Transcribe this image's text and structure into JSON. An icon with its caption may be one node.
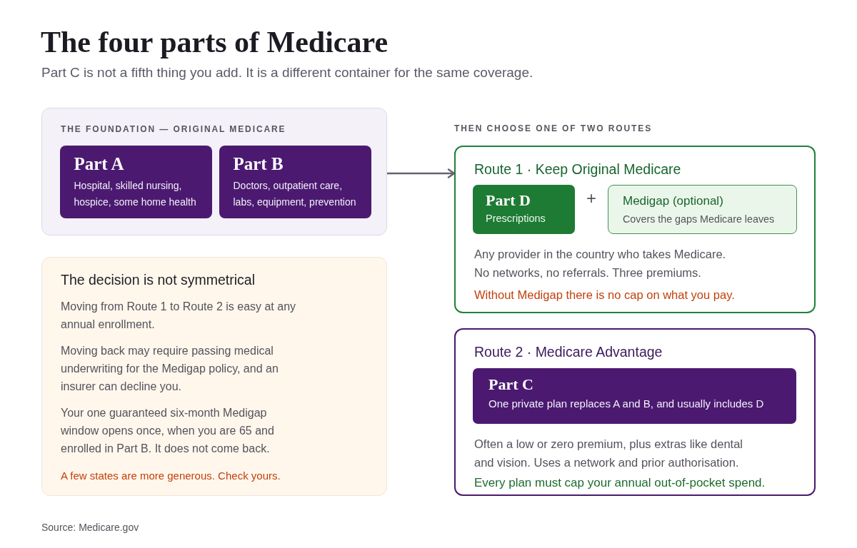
{
  "diagram": {
    "title": "The four parts of Medicare",
    "caption": "Part C is not a fifth thing you add. It is a different container for the same coverage.",
    "nodes": [
      {
        "text": [
          "THE FOUNDATION — ORIGINAL MEDICARE"
        ]
      },
      {
        "text": [
          "Part A",
          "Hospital, skilled nursing, hospice, some home health"
        ],
        "in": 0
      },
      {
        "text": [
          "Part B",
          "Doctors, outpatient care, labs, equipment, prevention"
        ],
        "in": 0
      },
      {
        "text": [
          "The decision is not symmetrical",
          "Moving from Route 1 to Route 2 is easy at any annual enrollment.",
          "Moving back may require passing medical underwriting for the Medigap policy, and an insurer can decline you.",
          "Your one guaranteed six-month Medigap window opens once, when you are 65 and enrolled in Part B. It does not come back.",
          "A few states are more generous. Check yours."
        ]
      },
      {
        "text": [
          "Route 1 · Keep Original Medicare",
          "Any provider in the country who takes Medicare. No networks, no referrals. Three premiums.",
          "Without Medigap there is no cap on what you pay."
        ]
      },
      {
        "text": [
          "Part D",
          "Prescriptions"
        ],
        "in": 4
      },
      {
        "text": [
          "Medigap (optional)",
          "Covers the gaps Medicare leaves"
        ],
        "in": 4
      },
      {
        "text": [
          "Route 2 · Medicare Advantage",
          "Often a low or zero premium, plus extras like dental and vision. Uses a network and prior authorisation.",
          "Every plan must cap your annual out-of-pocket spend."
        ]
      },
      {
        "text": [
          "Part C",
          "One private plan replaces A and B, and usually includes D"
        ],
        "in": 7
      }
    ],
    "edges": [
      {
        "from": 0,
        "to": 4,
        "arrow": "to"
      }
    ],
    "labels": [
      "THEN CHOOSE ONE OF TWO ROUTES",
      "+",
      "Source: Medicare.gov"
    ]
  }
}
